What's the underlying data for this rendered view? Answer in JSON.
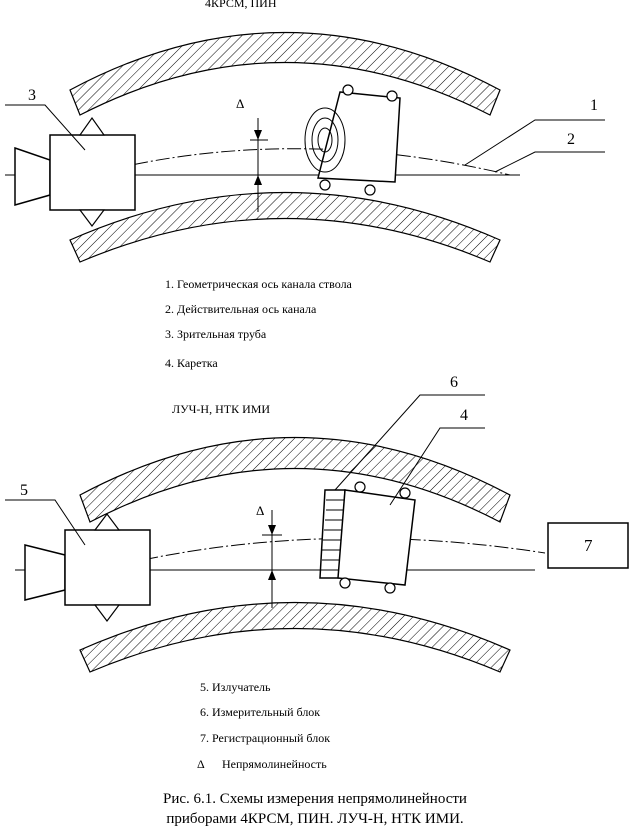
{
  "top_diagram": {
    "title": "4КРСМ, ПИН",
    "callouts": [
      "1",
      "2",
      "3"
    ],
    "legend": [
      "1. Геометрическая ось канала ствола",
      "2.  Действительная ось канала",
      "3.  Зрительная труба",
      "4.  Каретка"
    ],
    "delta_symbol": "Δ"
  },
  "bottom_diagram": {
    "title": "ЛУЧ-Н, НТК ИМИ",
    "callouts": [
      "5",
      "6",
      "4"
    ],
    "box_label": "7",
    "legend": [
      "5.  Излучатель",
      "6.  Измерительный блок",
      "7.  Регистрационный блок",
      "Непрямолинейность"
    ],
    "delta_symbol": "Δ"
  },
  "caption": {
    "line1": "Рис. 6.1.  Схемы измерения непрямолинейности",
    "line2": "приборами 4КРСМ, ПИН. ЛУЧ-Н, НТК ИМИ."
  }
}
